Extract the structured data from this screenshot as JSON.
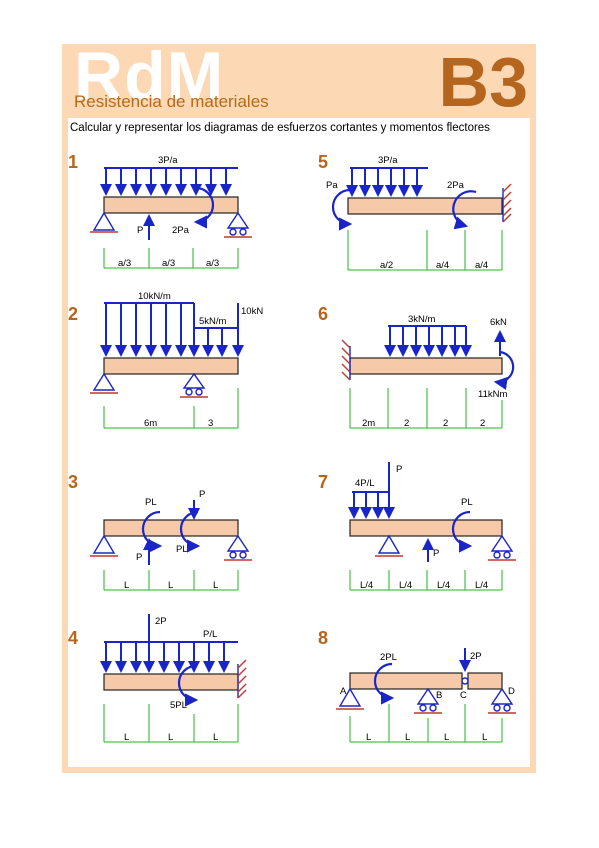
{
  "header": {
    "logo": "RdM",
    "subtitle": "Resistencia de materiales",
    "code": "B3"
  },
  "instruction": "Calcular y representar los diagramas de esfuerzos cortantes y momentos flectores",
  "problems": [
    {
      "number": "1",
      "labels": [
        "3P/a",
        "P",
        "2Pa"
      ],
      "dims": [
        "a/3",
        "a/3",
        "a/3"
      ]
    },
    {
      "number": "2",
      "labels": [
        "10kN/m",
        "5kN/m",
        "10kN"
      ],
      "dims": [
        "6m",
        "3"
      ]
    },
    {
      "number": "3",
      "labels": [
        "PL",
        "P",
        "P",
        "PL"
      ],
      "dims": [
        "L",
        "L",
        "L"
      ]
    },
    {
      "number": "4",
      "labels": [
        "2P",
        "P/L",
        "5PL"
      ],
      "dims": [
        "L",
        "L",
        "L"
      ]
    },
    {
      "number": "5",
      "labels": [
        "3P/a",
        "Pa",
        "2Pa"
      ],
      "dims": [
        "a/2",
        "a/4",
        "a/4"
      ]
    },
    {
      "number": "6",
      "labels": [
        "3kN/m",
        "6kN",
        "11kNm"
      ],
      "dims": [
        "2m",
        "2",
        "2",
        "2"
      ]
    },
    {
      "number": "7",
      "labels": [
        "4P/L",
        "P",
        "PL",
        "P"
      ],
      "dims": [
        "L/4",
        "L/4",
        "L/4",
        "L/4"
      ]
    },
    {
      "number": "8",
      "labels": [
        "2PL",
        "2P",
        "A",
        "B",
        "C",
        "D"
      ],
      "dims": [
        "L",
        "L",
        "L",
        "L"
      ]
    }
  ],
  "colors": {
    "frame": "#fcd8b4",
    "accent": "#b5651d",
    "load": "#1a25c8",
    "beam": "#f6c9a8",
    "dimension": "#1fb51f",
    "ground": "#c0392b"
  }
}
